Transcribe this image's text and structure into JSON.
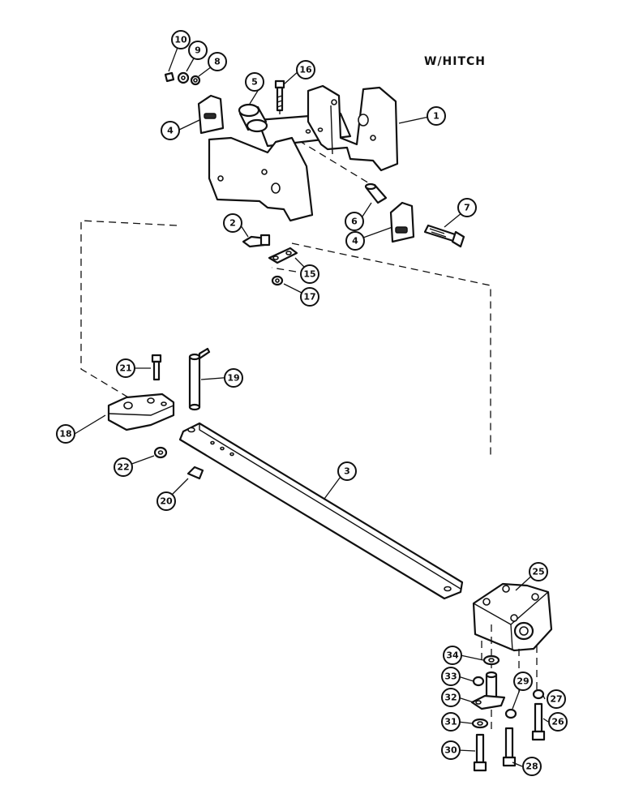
{
  "title": "W/HITCH",
  "callouts": [
    {
      "id": "c1",
      "label": "1"
    },
    {
      "id": "c2",
      "label": "2"
    },
    {
      "id": "c3",
      "label": "3"
    },
    {
      "id": "c4a",
      "label": "4"
    },
    {
      "id": "c4b",
      "label": "4"
    },
    {
      "id": "c5",
      "label": "5"
    },
    {
      "id": "c6",
      "label": "6"
    },
    {
      "id": "c7",
      "label": "7"
    },
    {
      "id": "c8",
      "label": "8"
    },
    {
      "id": "c9",
      "label": "9"
    },
    {
      "id": "c10",
      "label": "10"
    },
    {
      "id": "c15",
      "label": "15"
    },
    {
      "id": "c16",
      "label": "16"
    },
    {
      "id": "c17",
      "label": "17"
    },
    {
      "id": "c18",
      "label": "18"
    },
    {
      "id": "c19",
      "label": "19"
    },
    {
      "id": "c20",
      "label": "20"
    },
    {
      "id": "c21",
      "label": "21"
    },
    {
      "id": "c22",
      "label": "22"
    },
    {
      "id": "c25",
      "label": "25"
    },
    {
      "id": "c26",
      "label": "26"
    },
    {
      "id": "c27",
      "label": "27"
    },
    {
      "id": "c28",
      "label": "28"
    },
    {
      "id": "c29",
      "label": "29"
    },
    {
      "id": "c30",
      "label": "30"
    },
    {
      "id": "c31",
      "label": "31"
    },
    {
      "id": "c32",
      "label": "32"
    },
    {
      "id": "c33",
      "label": "33"
    },
    {
      "id": "c34",
      "label": "34"
    }
  ]
}
